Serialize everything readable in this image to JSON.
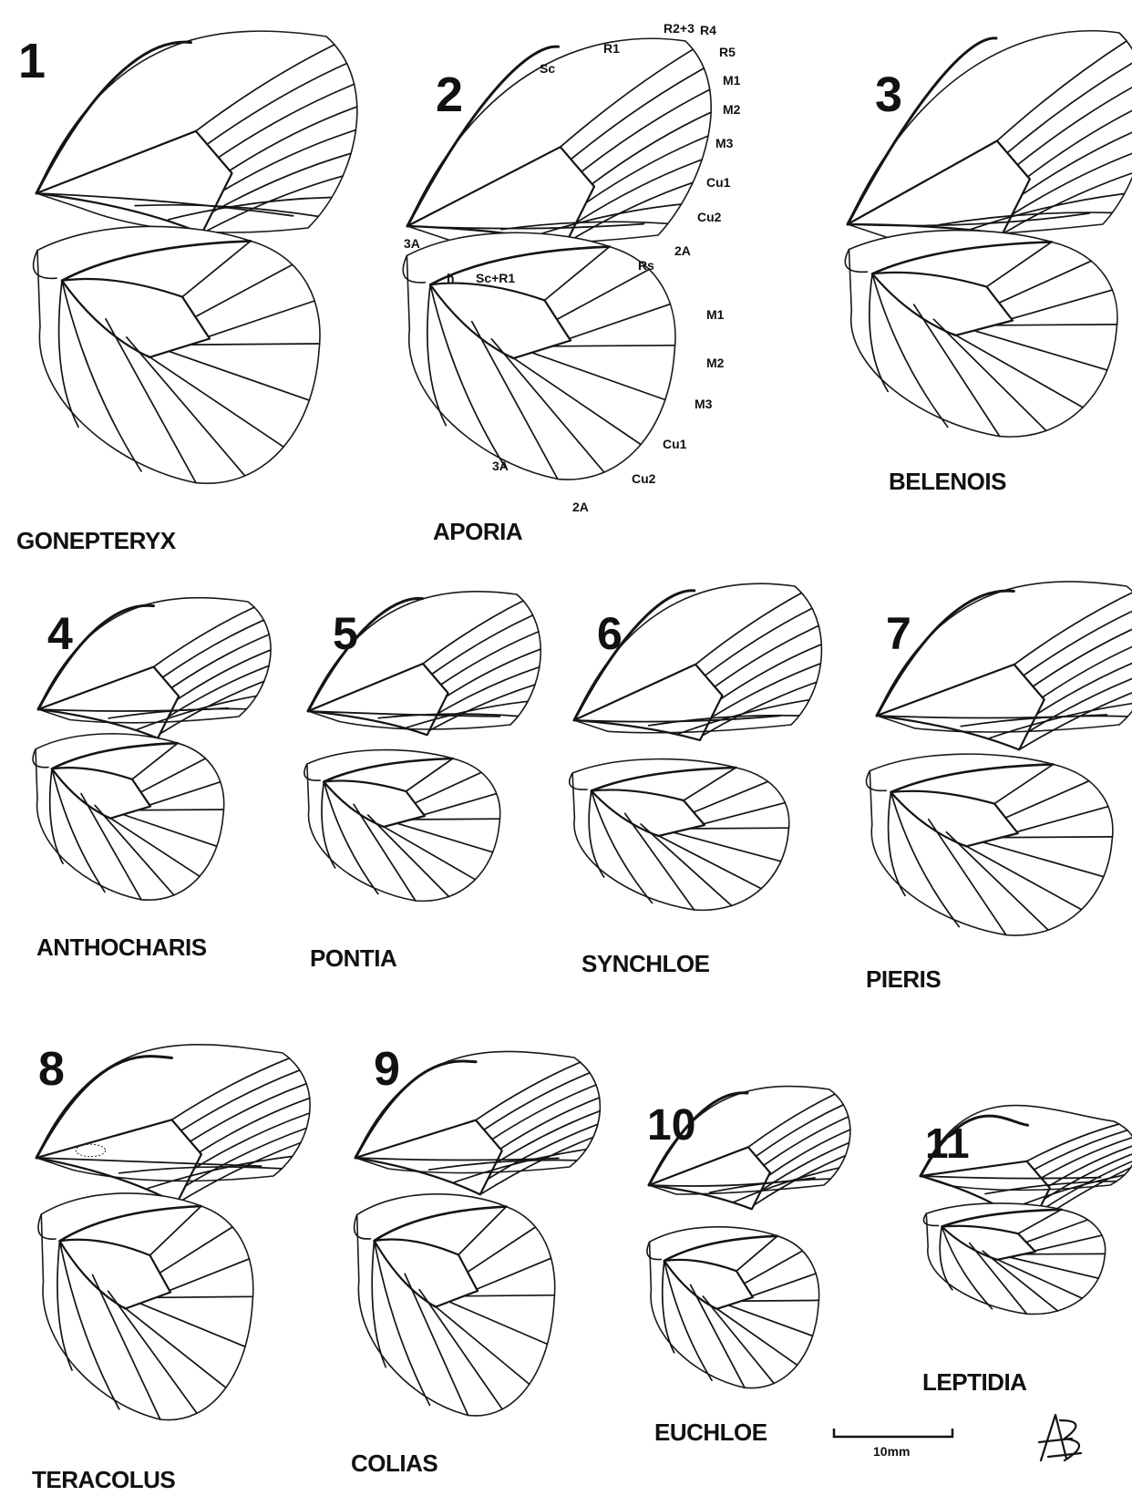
{
  "figures": [
    {
      "number": "1",
      "genus": "GONEPTERYX"
    },
    {
      "number": "2",
      "genus": "APORIA"
    },
    {
      "number": "3",
      "genus": "BELENOIS"
    },
    {
      "number": "4",
      "genus": "ANTHOCHARIS"
    },
    {
      "number": "5",
      "genus": "PONTIA"
    },
    {
      "number": "6",
      "genus": "SYNCHLOE"
    },
    {
      "number": "7",
      "genus": "PIERIS"
    },
    {
      "number": "8",
      "genus": "TERACOLUS"
    },
    {
      "number": "9",
      "genus": "COLIAS"
    },
    {
      "number": "10",
      "genus": "EUCHLOE"
    },
    {
      "number": "11",
      "genus": "LEPTIDIA"
    }
  ],
  "forewing_vein_labels": [
    "Sc",
    "R1",
    "R2+3",
    "R4",
    "R5",
    "M1",
    "M2",
    "M3",
    "Cu1",
    "Cu2",
    "2A",
    "3A"
  ],
  "hindwing_vein_labels": [
    "h",
    "Sc+R1",
    "Rs",
    "M1",
    "M2",
    "M3",
    "Cu1",
    "Cu2",
    "2A",
    "3A"
  ],
  "scale_bar": {
    "label": "10mm"
  },
  "signature": "AB"
}
